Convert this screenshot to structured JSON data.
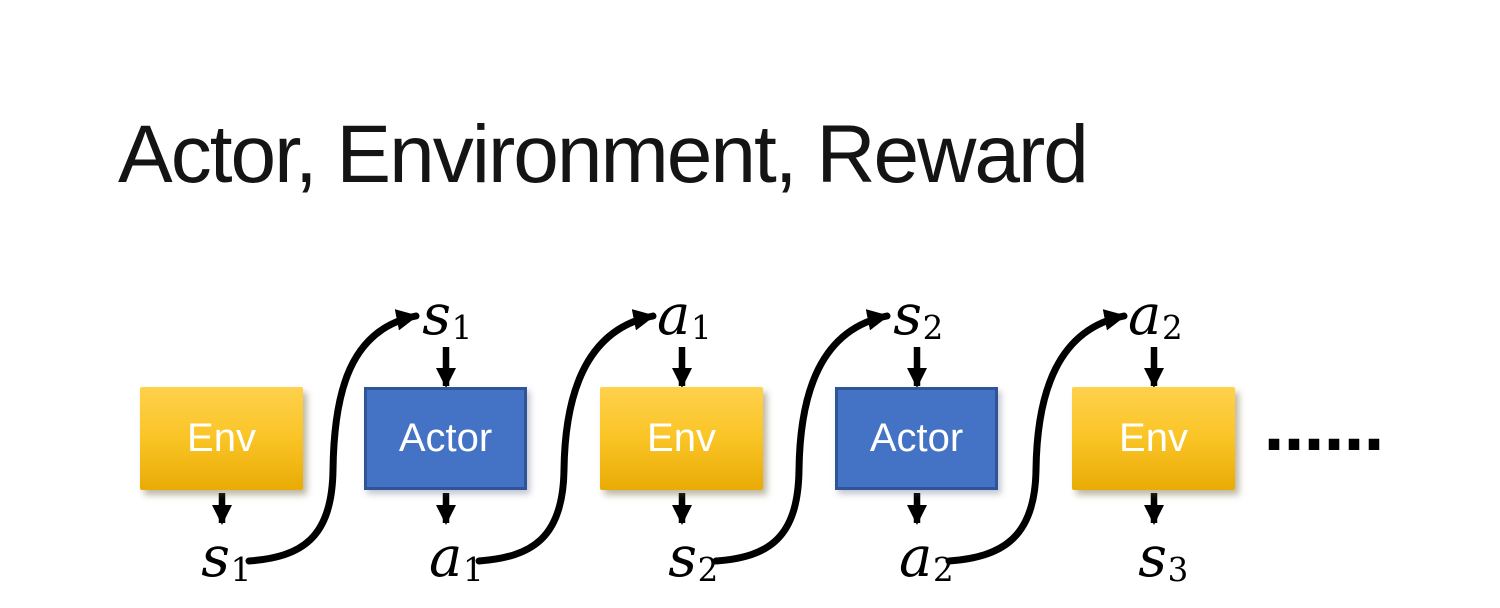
{
  "slide": {
    "title": "Actor, Environment, Reward"
  },
  "diagram": {
    "boxes": [
      {
        "id": "env-1",
        "label": "Env"
      },
      {
        "id": "actor-1",
        "label": "Actor"
      },
      {
        "id": "env-2",
        "label": "Env"
      },
      {
        "id": "actor-2",
        "label": "Actor"
      },
      {
        "id": "env-3",
        "label": "Env"
      }
    ],
    "top_labels": [
      {
        "base": "s",
        "sub": "1"
      },
      {
        "base": "a",
        "sub": "1"
      },
      {
        "base": "s",
        "sub": "2"
      },
      {
        "base": "a",
        "sub": "2"
      }
    ],
    "bottom_labels": [
      {
        "base": "s",
        "sub": "1"
      },
      {
        "base": "a",
        "sub": "1"
      },
      {
        "base": "s",
        "sub": "2"
      },
      {
        "base": "a",
        "sub": "2"
      },
      {
        "base": "s",
        "sub": "3"
      }
    ],
    "ellipsis": "……",
    "colors": {
      "env_gradient_top": "#FFD14C",
      "env_gradient_bottom": "#E9AB05",
      "actor_fill": "#4472C4",
      "actor_border": "#2F5597",
      "arrow": "#000000",
      "box_text": "#FFFFFF",
      "title_text": "#141414"
    }
  }
}
